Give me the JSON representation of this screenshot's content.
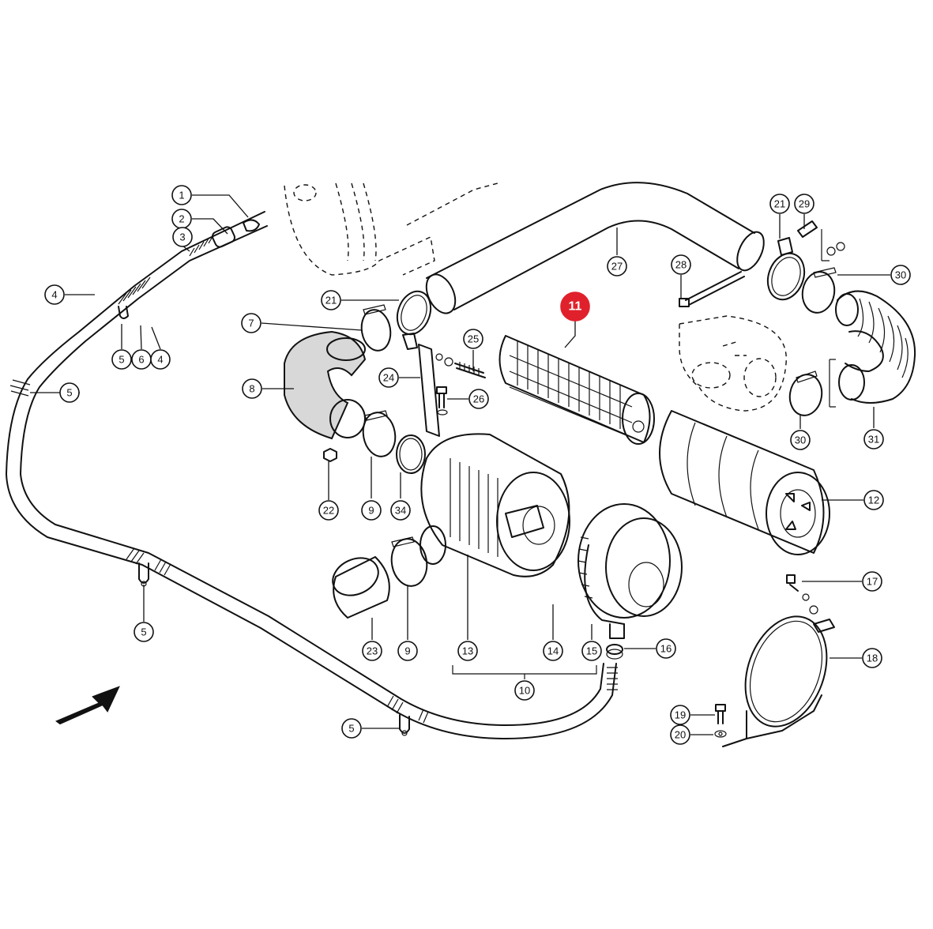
{
  "highlighted_part": "11",
  "colors": {
    "highlight": "#e0212b",
    "line": "#111111",
    "background": "#ffffff"
  },
  "callouts": [
    {
      "label": "1"
    },
    {
      "label": "2"
    },
    {
      "label": "3"
    },
    {
      "label": "4"
    },
    {
      "label": "5"
    },
    {
      "label": "6"
    },
    {
      "label": "4"
    },
    {
      "label": "5"
    },
    {
      "label": "7"
    },
    {
      "label": "21"
    },
    {
      "label": "8"
    },
    {
      "label": "22"
    },
    {
      "label": "9"
    },
    {
      "label": "34"
    },
    {
      "label": "24"
    },
    {
      "label": "25"
    },
    {
      "label": "26"
    },
    {
      "label": "11"
    },
    {
      "label": "27"
    },
    {
      "label": "21"
    },
    {
      "label": "29"
    },
    {
      "label": "28"
    },
    {
      "label": "30"
    },
    {
      "label": "30"
    },
    {
      "label": "31"
    },
    {
      "label": "12"
    },
    {
      "label": "5"
    },
    {
      "label": "23"
    },
    {
      "label": "9"
    },
    {
      "label": "13"
    },
    {
      "label": "14"
    },
    {
      "label": "15"
    },
    {
      "label": "16"
    },
    {
      "label": "10"
    },
    {
      "label": "17"
    },
    {
      "label": "18"
    },
    {
      "label": "19"
    },
    {
      "label": "20"
    },
    {
      "label": "5"
    }
  ]
}
